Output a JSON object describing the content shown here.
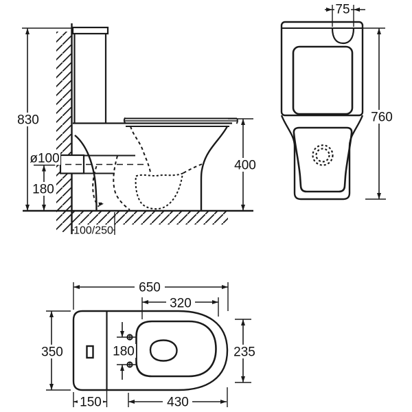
{
  "diagram": {
    "type": "technical-drawing",
    "subject": "close-coupled toilet dimensions",
    "background_color": "#ffffff",
    "line_color": "#1a1a1a",
    "views": {
      "side": {
        "label": "side-elevation",
        "dims": {
          "overall_height": "830",
          "inlet_diameter": "ø100",
          "inlet_center_height": "180",
          "outlet_setout": "100/250",
          "pan_height": "400"
        }
      },
      "front": {
        "label": "front-elevation",
        "dims": {
          "flush_button_width": "75",
          "overall_height": "760"
        }
      },
      "plan": {
        "label": "plan-view",
        "dims": {
          "overall_length": "650",
          "seat_hinge_width": "320",
          "overall_width": "350",
          "seat_width": "235",
          "hinge_centers": "180",
          "cistern_depth": "150",
          "seat_length": "430"
        }
      }
    }
  }
}
